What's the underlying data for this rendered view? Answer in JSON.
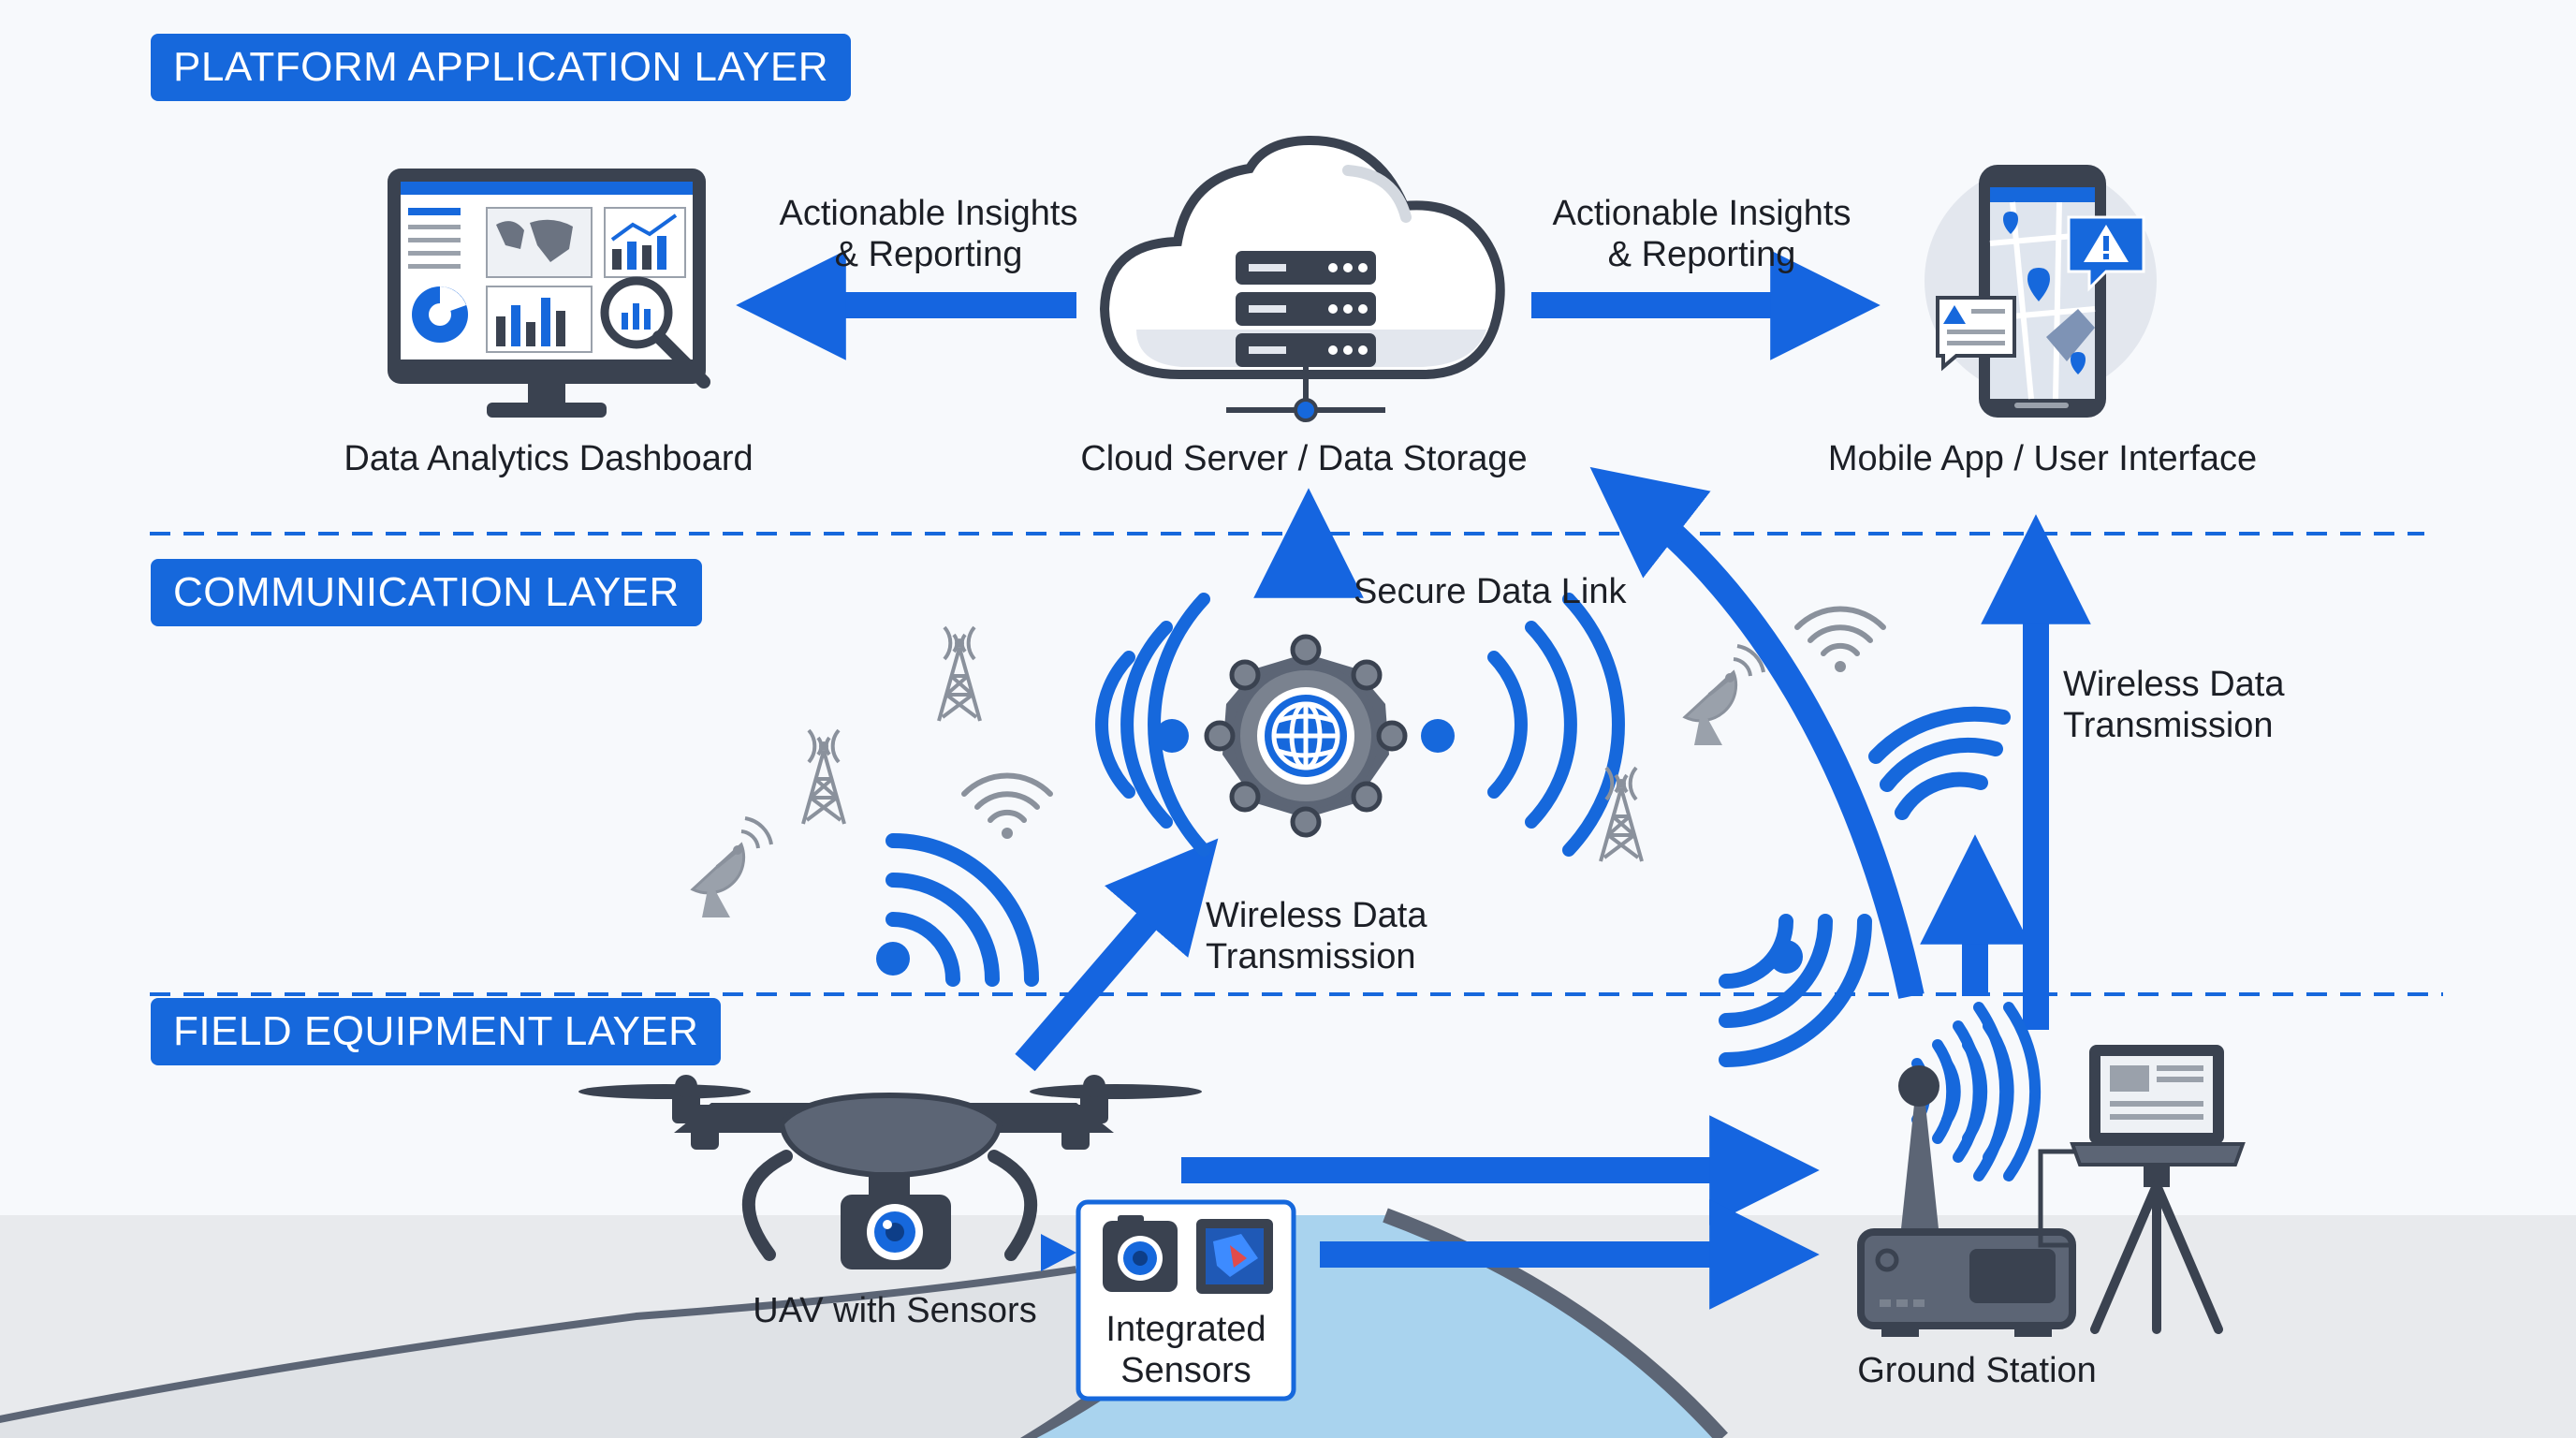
{
  "layers": {
    "platform": "PLATFORM APPLICATION LAYER",
    "communication": "COMMUNICATION LAYER",
    "field": "FIELD EQUIPMENT LAYER"
  },
  "nodes": {
    "dashboard": "Data Analytics Dashboard",
    "cloud": "Cloud Server / Data Storage",
    "mobile": "Mobile App / User Interface",
    "uav": "UAV with Sensors",
    "sensors": "Integrated\nSensors",
    "ground_station": "Ground Station"
  },
  "flows": {
    "insights_left": "Actionable Insights\n& Reporting",
    "insights_right": "Actionable Insights\n& Reporting",
    "secure_link": "Secure Data Link",
    "wireless_center": "Wireless Data\nTransmission",
    "wireless_right": "Wireless Data\nTransmission"
  },
  "colors": {
    "accent": "#1668dc",
    "arrow": "#1565e0",
    "dark": "#3a4250",
    "gray": "#5c6575",
    "water": "#a9d3ee",
    "ground": "#e8eaed"
  },
  "icons": [
    "monitor-dashboard-icon",
    "cloud-server-icon",
    "smartphone-map-icon",
    "network-hub-globe-icon",
    "drone-icon",
    "camera-sensor-icon",
    "ground-station-icon",
    "laptop-tripod-icon",
    "radio-tower-icon",
    "satellite-dish-icon",
    "wifi-signal-icon"
  ]
}
